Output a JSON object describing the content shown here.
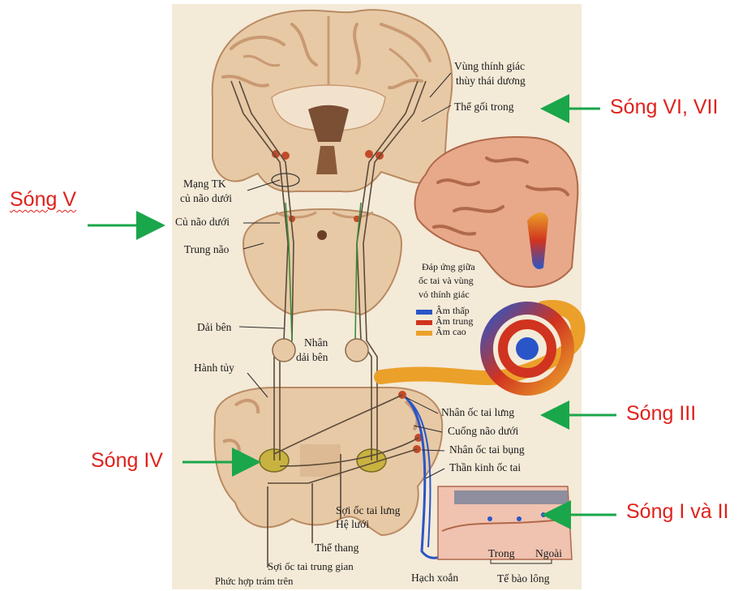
{
  "colors": {
    "wave_text": "#e0211c",
    "arrow": "#1aa64a",
    "brain_tissue": "#e7c9a6",
    "brain_fold": "#c99a72",
    "nerve_path": "#5a4a3a",
    "low_tone": "#2a55c8",
    "mid_tone": "#d0331f",
    "high_tone": "#eba02a"
  },
  "waves": {
    "w6_7": "Sóng VI, VII",
    "w5": "Sóng V",
    "w3": "Sóng III",
    "w4": "Sóng IV",
    "w1_2": "Sóng I và II"
  },
  "labels": {
    "auditory_cortex_1": "Vùng thính giác",
    "auditory_cortex_2": "thùy thái dương",
    "mgb": "Thể gối trong",
    "network_1": "Mạng  TK",
    "network_2": "củ não dưới",
    "inf_colliculus": "Củ não dưới",
    "midbrain": "Trung não",
    "lat_lemniscus": "Dải bên",
    "nucleus_ll_1": "Nhân",
    "nucleus_ll_2": "dải bên",
    "medulla": "Hành tủy",
    "dorsal_cn": "Nhân ốc tai lưng",
    "inf_peduncle": "Cuống não dưới",
    "ventral_cn": "Nhân ốc tai bụng",
    "cochlear_nerve": "Thần kinh ốc tai",
    "dorsal_fibers": "Sợi ốc tai lưng",
    "reticular": "Hệ lưới",
    "trapezoid": "Thể thang",
    "intermediate_fibers_1": "Sợi ốc tai trung gian",
    "sup_olive": "Phức hợp trám trên",
    "spiral_ganglion": "Hạch xoắn",
    "inner": "Trong",
    "outer": "Ngoài",
    "hair_cells": "Tế bào lông"
  },
  "legend": {
    "title_1": "Đáp ứng giữa",
    "title_2": "ốc tai và vùng",
    "title_3": "vỏ thính giác",
    "low": "Âm thấp",
    "mid": "Âm trung",
    "high": "Âm cao"
  }
}
